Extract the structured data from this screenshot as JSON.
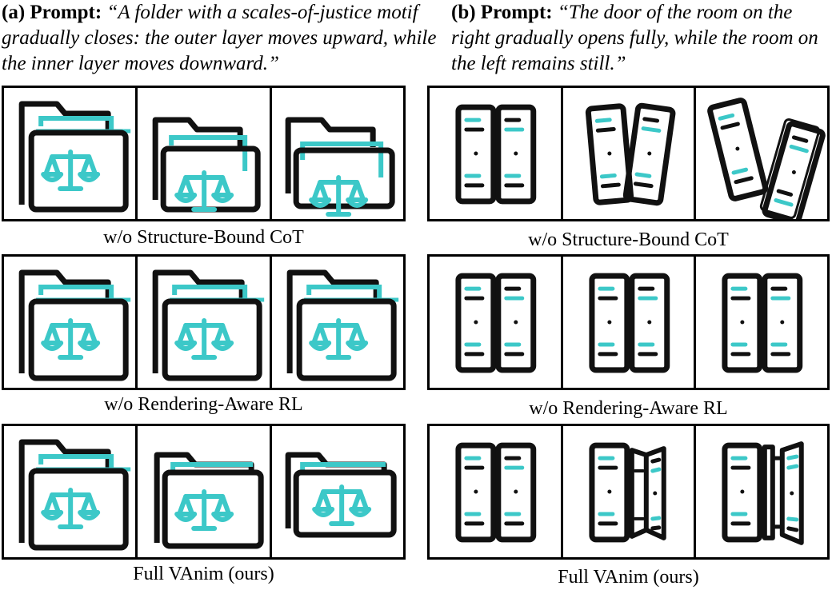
{
  "panel_a": {
    "tag": "(a) Prompt:",
    "quote": "“A folder with a scales-of-justice motif gradually closes: the outer layer moves upward, while the inner layer moves downward.”"
  },
  "panel_b": {
    "tag": "(b) Prompt:",
    "quote": "“The door of the room on the right gradually opens fully, while the room on the left remains still.”"
  },
  "captions": {
    "row1": "w/o Structure-Bound CoT",
    "row2": "w/o Rendering-Aware RL",
    "row3": "Full VAnim (ours)"
  },
  "colors": {
    "accent": "#3cc8c8",
    "stroke": "#111111"
  }
}
